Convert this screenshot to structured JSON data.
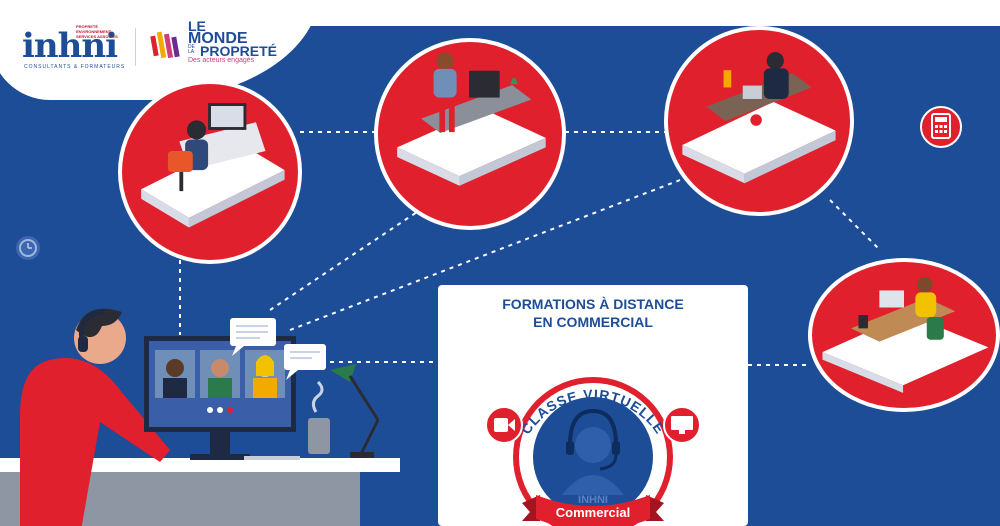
{
  "logos": {
    "inhni": {
      "name": "inhni",
      "small_lines": [
        "PROPRETÉ",
        "ENVIRONNEMENT",
        "SERVICES ASSOCIÉS"
      ],
      "subtitle": "CONSULTANTS & FORMATEURS"
    },
    "monde_proprete": {
      "line1": "LE",
      "line2": "MONDE",
      "line3_small": "DE LA",
      "line3": "PROPRETÉ",
      "tagline": "Des acteurs engagés"
    }
  },
  "card": {
    "title_line1": "FORMATIONS À DISTANCE",
    "title_line2": "EN COMMERCIAL"
  },
  "badge": {
    "arc_text": "CLASSE VIRTUELLE",
    "center_label": "INHNI",
    "ribbon_label": "Commercial"
  },
  "colors": {
    "background": "#1e4d98",
    "accent_red": "#e0202d",
    "white": "#ffffff",
    "navy": "#1e4d98"
  },
  "icons": [
    "clock-icon",
    "calculator-icon",
    "video-camera-icon",
    "monitor-icon",
    "headset-user-icon",
    "desk-lamp-icon",
    "coffee-cup-icon"
  ]
}
